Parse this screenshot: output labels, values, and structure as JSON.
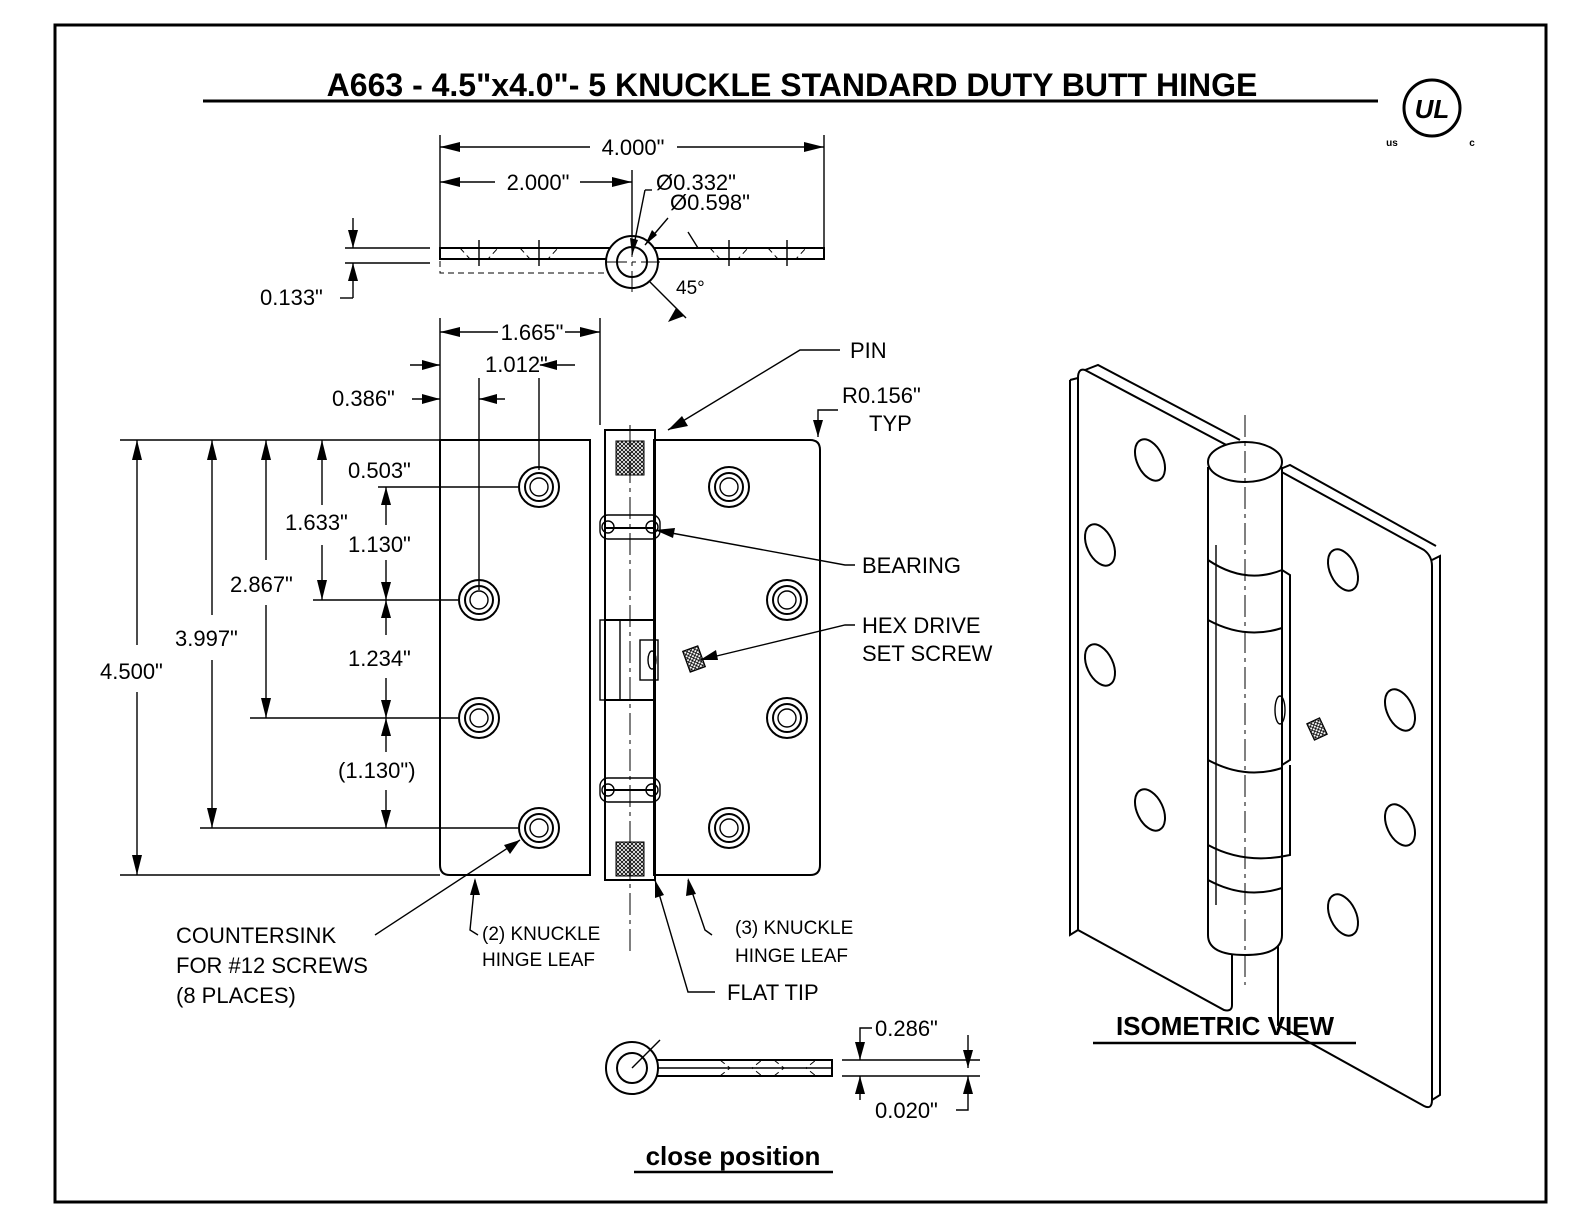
{
  "title": "A663 - 4.5\"x4.0\"- 5 KNUCKLE STANDARD DUTY BUTT HINGE",
  "certification": {
    "logo": "UL",
    "left": "us",
    "right": "c"
  },
  "dimensions": {
    "top_width": "4.000\"",
    "top_half": "2.000\"",
    "pin_dia": "Ø0.332\"",
    "knuckle_dia": "Ø0.598\"",
    "thickness": "0.133\"",
    "angle": "45°",
    "leaf_width": "1.665\"",
    "hole_offset_x": "1.012\"",
    "edge_offset": "0.386\"",
    "corner_radius": "R0.156\"",
    "corner_radius_note": "TYP",
    "hole_row1": "0.503\"",
    "hole_row2_total": "1.633\"",
    "hole_gap1": "1.130\"",
    "hole_row3_total": "2.867\"",
    "hole_gap2": "1.234\"",
    "hole_row4_total": "3.997\"",
    "hole_gap3": "(1.130\")",
    "overall_height": "4.500\"",
    "closed_thickness": "0.286\"",
    "closed_gap": "0.020\""
  },
  "callouts": {
    "pin": "PIN",
    "bearing": "BEARING",
    "set_screw_1": "HEX DRIVE",
    "set_screw_2": "SET SCREW",
    "countersink_1": "COUNTERSINK",
    "countersink_2": "FOR #12 SCREWS",
    "countersink_3": "(8 PLACES)",
    "leaf2_1": "(2) KNUCKLE",
    "leaf2_2": "HINGE LEAF",
    "leaf3_1": "(3) KNUCKLE",
    "leaf3_2": "HINGE LEAF",
    "flat_tip": "FLAT TIP"
  },
  "views": {
    "isometric": "ISOMETRIC VIEW",
    "closed": "close position"
  }
}
